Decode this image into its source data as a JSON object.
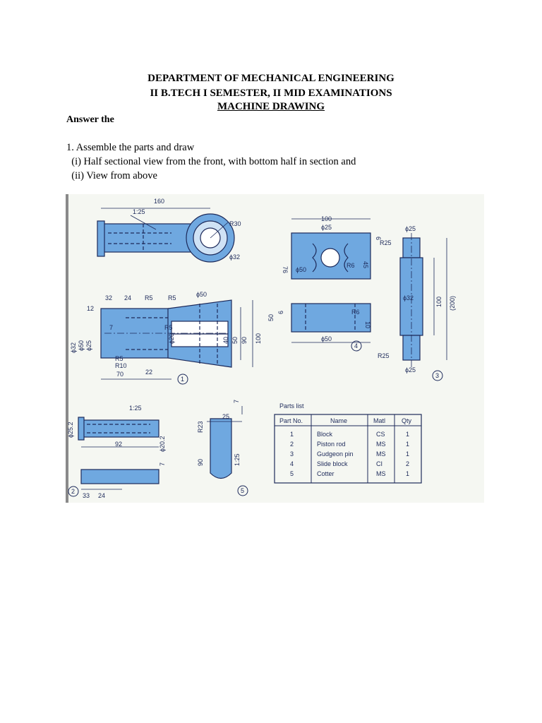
{
  "header": {
    "department": "DEPARTMENT OF MECHANICAL ENGINEERING",
    "exam": "II B.TECH I SEMESTER, II MID EXAMINATIONS",
    "subject": "MACHINE DRAWING"
  },
  "instruction": "Answer the",
  "question": {
    "line1": "1. Assemble the parts and draw",
    "line2": "  (i) Half sectional view from the front, with bottom half in section and",
    "line3": "  (ii) View from above"
  },
  "drawing": {
    "part1": {
      "d160": "160",
      "taper": "1:25",
      "r30": "R30",
      "d32": "ϕ32",
      "d32b": "32",
      "d24": "24",
      "r5a": "R5",
      "r5b": "R5",
      "d50": "ϕ50",
      "d12": "12",
      "d7": "7",
      "dphi32": "ϕ32",
      "dphi50": "ϕ50",
      "dphi25": "ϕ25",
      "r5c": "R5",
      "dphi20": "ϕ20",
      "d40": "40",
      "d50v": "50",
      "d90": "90",
      "d100": "100",
      "r5d": "R5",
      "r10": "R10",
      "d70": "70",
      "d22": "22",
      "num": "1"
    },
    "part4": {
      "d100": "100",
      "dphi25": "ϕ25",
      "d6": "6",
      "d76": "76",
      "d45": "45",
      "dphi50": "ϕ50",
      "r6": "R6",
      "d50": "50",
      "d6b": "6",
      "r6b": "R6",
      "d10": "10",
      "dphi50b": "ϕ50",
      "num": "4"
    },
    "part3": {
      "dphi25": "ϕ25",
      "r25": "R25",
      "dphi32": "ϕ32",
      "d100": "100",
      "d200": "(200)",
      "r25b": "R25",
      "dphi25b": "ϕ25",
      "num": "3"
    },
    "part2": {
      "taper": "1:25",
      "dphi25": "ϕ25.2",
      "d92": "92",
      "dphi20": "ϕ20.2",
      "d7": "7",
      "d33": "33",
      "d24": "24",
      "num": "2"
    },
    "part5": {
      "d7": "7",
      "d25": "25",
      "r23": "R23",
      "d90": "90",
      "taper": "1:25",
      "num": "5"
    }
  },
  "parts_list": {
    "title": "Parts list",
    "headers": [
      "Part No.",
      "Name",
      "Matl",
      "Qty"
    ],
    "rows": [
      [
        "1",
        "Block",
        "CS",
        "1"
      ],
      [
        "2",
        "Piston rod",
        "MS",
        "1"
      ],
      [
        "3",
        "Gudgeon pin",
        "MS",
        "1"
      ],
      [
        "4",
        "Slide block",
        "CI",
        "2"
      ],
      [
        "5",
        "Cotter",
        "MS",
        "1"
      ]
    ]
  },
  "colors": {
    "ink": "#1d2a5a",
    "part_fill": "#6fa8e0",
    "page": "#ffffff"
  }
}
